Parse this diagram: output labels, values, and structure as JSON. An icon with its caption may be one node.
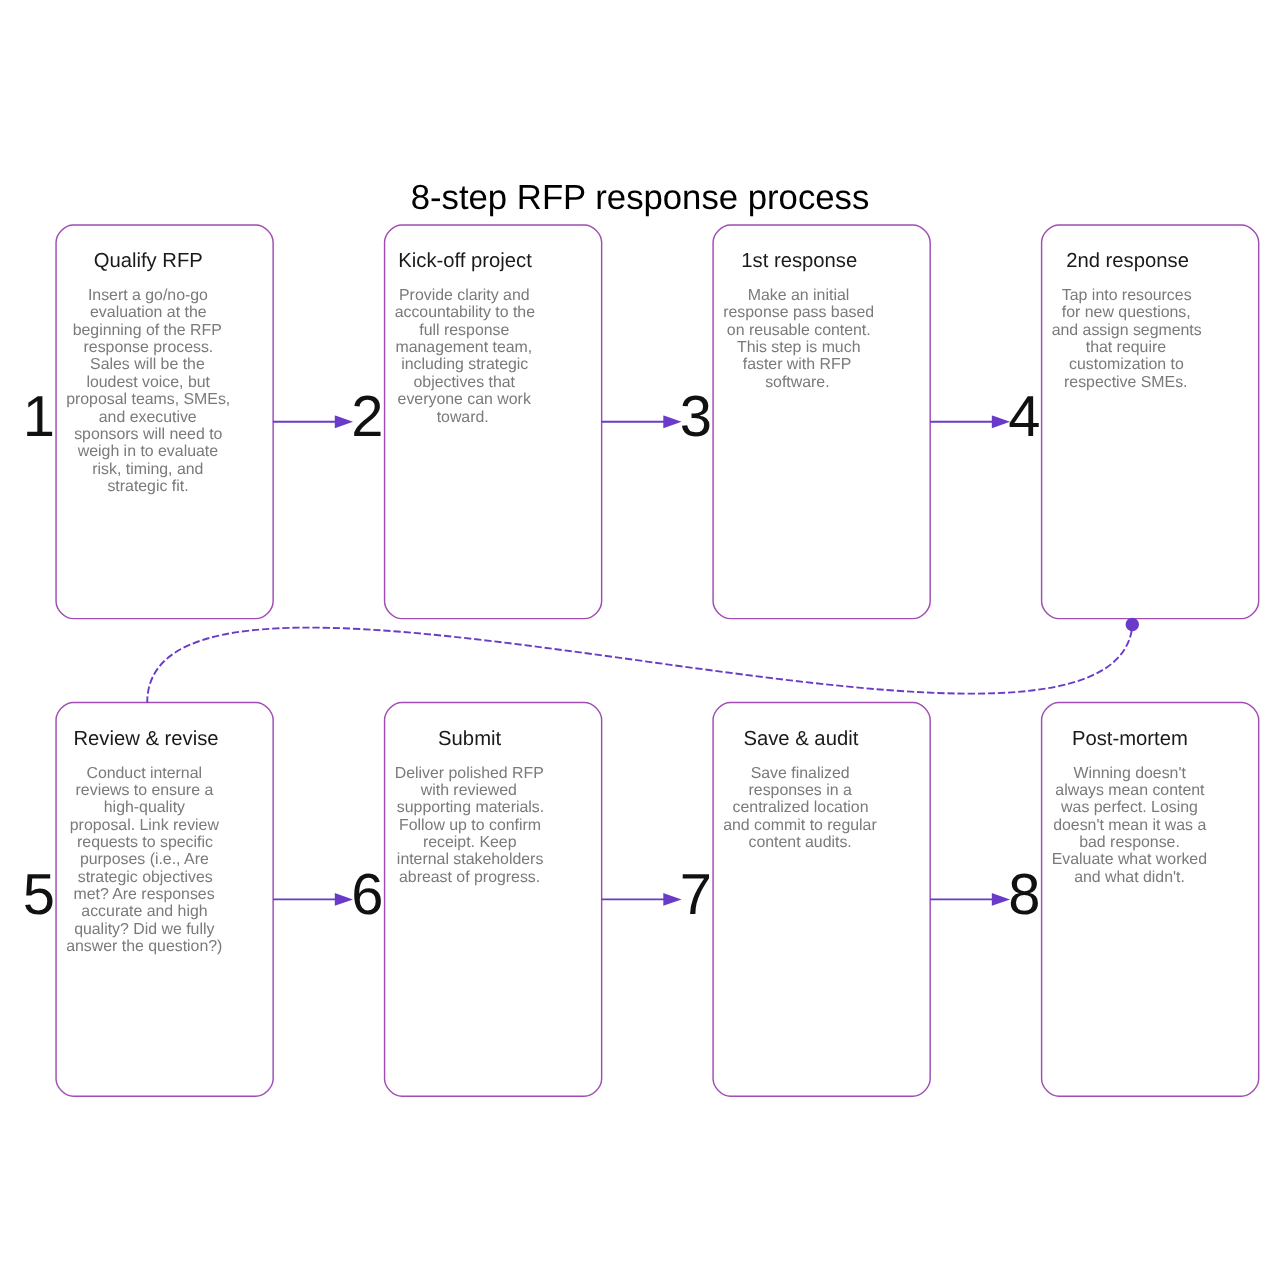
{
  "diagram": {
    "title": "8-step RFP response process",
    "nodes": [
      {
        "text": [
          "Qualify RFP",
          "Insert a go/no-go evaluation at the beginning of the RFP response process. Sales will be the loudest voice, but proposal teams, SMEs, and executive sponsors will need to weigh in to evaluate risk, timing, and strategic fit."
        ],
        "beside": [
          "1"
        ]
      },
      {
        "text": [
          "Kick-off project",
          "Provide clarity and accountability to the full response management team, including strategic objectives that everyone can work toward."
        ],
        "beside": [
          "2"
        ]
      },
      {
        "text": [
          "1st response",
          "Make an initial response pass based on reusable content. This step is much faster with RFP software."
        ],
        "beside": [
          "3"
        ]
      },
      {
        "text": [
          "2nd response",
          "Tap into resources for new questions, and assign segments that require customization to respective SMEs."
        ],
        "beside": [
          "4"
        ]
      },
      {
        "text": [
          "Review & revise",
          "Conduct internal reviews to ensure a high-quality proposal. Link review requests to specific purposes (i.e., Are strategic objectives met? Are responses accurate and high quality? Did we fully answer the question?)"
        ],
        "beside": [
          "5"
        ]
      },
      {
        "text": [
          "Submit",
          "Deliver polished RFP with reviewed supporting materials. Follow up to confirm receipt. Keep internal stakeholders abreast of progress."
        ],
        "beside": [
          "6"
        ]
      },
      {
        "text": [
          "Save & audit",
          "Save finalized responses in a centralized location and commit to regular content audits."
        ],
        "beside": [
          "7"
        ]
      },
      {
        "text": [
          "Post-mortem",
          "Winning doesn't always mean content was perfect. Losing doesn't mean it was a bad response. Evaluate what worked and what didn't."
        ],
        "beside": [
          "8"
        ]
      }
    ],
    "edges": [
      {
        "from": 0,
        "to": 1,
        "arrow": "to"
      },
      {
        "from": 1,
        "to": 2,
        "arrow": "to"
      },
      {
        "from": 2,
        "to": 3,
        "arrow": "to"
      },
      {
        "from": 3,
        "to": 4,
        "arrow": "other",
        "style": "dashed"
      },
      {
        "from": 4,
        "to": 5,
        "arrow": "to"
      },
      {
        "from": 5,
        "to": 6,
        "arrow": "to"
      },
      {
        "from": 6,
        "to": 7,
        "arrow": "to"
      }
    ]
  }
}
